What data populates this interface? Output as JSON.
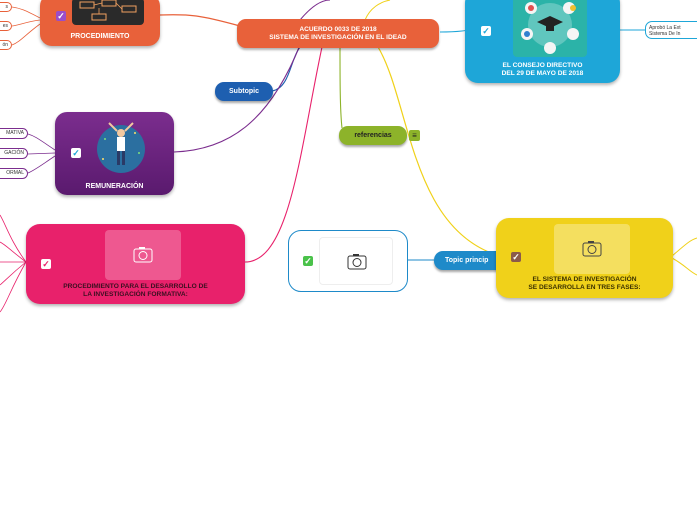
{
  "central": {
    "title_line1": "ACUERDO 0033 DE 2018",
    "title_line2": "SISTEMA DE INVESTIGACIÓN EN EL IDEAD",
    "color": "#e8613a"
  },
  "nodes": {
    "procedimiento": {
      "label": "PROCEDIMIENTO",
      "color": "#e8613a"
    },
    "consejo": {
      "label": "EL CONSEJO DIRECTIVO\nDEL 29 DE  MAYO DE 2018",
      "color": "#1ea6d8"
    },
    "remuneracion": {
      "label": "REMUNERACIÓN",
      "color": "#7b2d8e"
    },
    "procedimiento_desarrollo": {
      "label": "PROCEDIMIENTO PARA EL DESARROLLO DE\nLA INVESTIGACIÓN FORMATIVA:",
      "color": "#e8216b"
    },
    "sistema_fases": {
      "label": "EL SISTEMA DE INVESTIGACIÓN\nSE DESARROLLA EN TRES FASES:",
      "color": "#f0d11a"
    },
    "empty_node": {
      "label": "",
      "color": "#1e8ac9"
    }
  },
  "pills": {
    "subtopic": {
      "label": "Subtopic"
    },
    "referencias": {
      "label": "referencias"
    },
    "topic_principal": {
      "label": "Topic princip"
    }
  },
  "leaves": {
    "proc_1": "s",
    "proc_2": "es",
    "proc_3": "ón",
    "rem_1": "MATIVA",
    "rem_2": "GACIÓN",
    "rem_3": "ORMAL",
    "consejo_1": "Aprobó La Ext\nSistema De In"
  },
  "icons": {
    "check": "check-icon",
    "camera": "camera-icon",
    "notes": "notes-icon"
  }
}
